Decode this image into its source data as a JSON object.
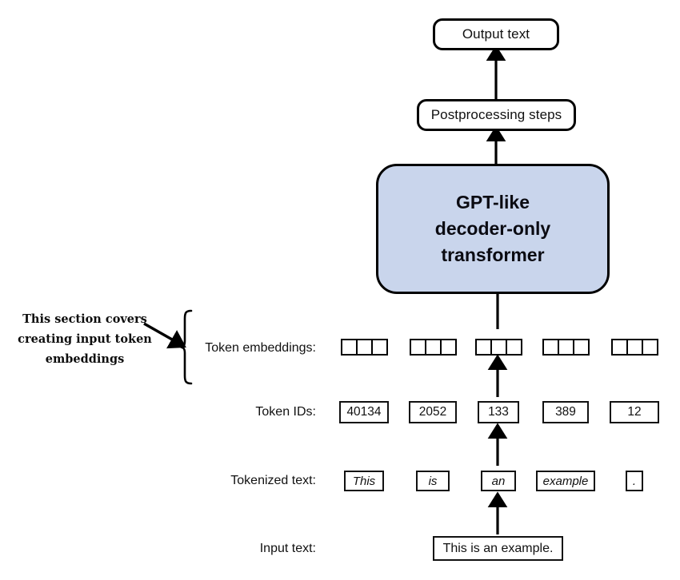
{
  "diagram": {
    "title_flow": "LLM input-processing pipeline",
    "annotation": {
      "line1": "This section covers",
      "line2": "creating input token",
      "line3": "embeddings",
      "arrow": "arrow-pointing-right"
    },
    "pipeline": {
      "output_text": "Output text",
      "postprocessing": "Postprocessing steps",
      "transformer_line1": "GPT-like",
      "transformer_line2": "decoder-only",
      "transformer_line3": "transformer"
    },
    "rows": {
      "token_embeddings_label": "Token embeddings:",
      "token_ids_label": "Token IDs:",
      "tokenized_text_label": "Tokenized text:",
      "input_text_label": "Input text:"
    },
    "token_embeddings": [
      {
        "cells": 3
      },
      {
        "cells": 3
      },
      {
        "cells": 3
      },
      {
        "cells": 3
      },
      {
        "cells": 3
      }
    ],
    "token_ids": [
      "40134",
      "2052",
      "133",
      "389",
      "12"
    ],
    "tokenized_text": [
      "This",
      "is",
      "an",
      "example",
      "."
    ],
    "input_text": "This is an example.",
    "colors": {
      "transformer_fill": "#c9d5ec",
      "stroke": "#000000",
      "background": "#ffffff",
      "text": "#111111"
    }
  }
}
